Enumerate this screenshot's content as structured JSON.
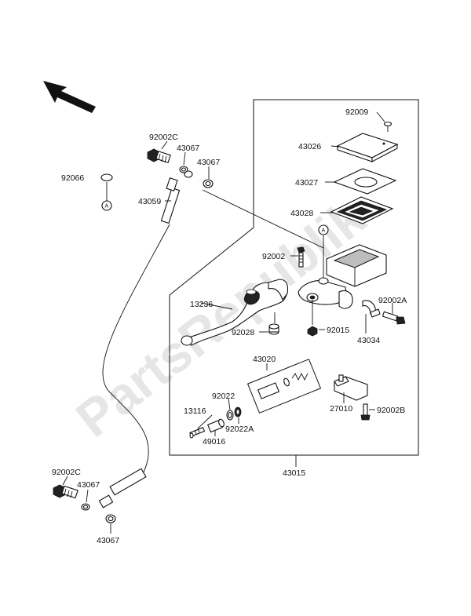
{
  "watermark": "PartsRepublik",
  "callout_marker": "A",
  "parts": {
    "p92009": "92009",
    "p43026": "43026",
    "p43027": "43027",
    "p43028": "43028",
    "p92002": "92002",
    "p92002A": "92002A",
    "p92015": "92015",
    "p43034": "43034",
    "p13236": "13236",
    "p92028": "92028",
    "p43020": "43020",
    "p92022": "92022",
    "p92022A": "92022A",
    "p13116": "13116",
    "p49016": "49016",
    "p27010": "27010",
    "p92002B": "92002B",
    "p43015": "43015",
    "p92002C_top": "92002C",
    "p43067_a": "43067",
    "p43067_b": "43067",
    "p92066": "92066",
    "p43059": "43059",
    "p92002C_bottom": "92002C",
    "p43067_c": "43067",
    "p43067_d": "43067"
  }
}
